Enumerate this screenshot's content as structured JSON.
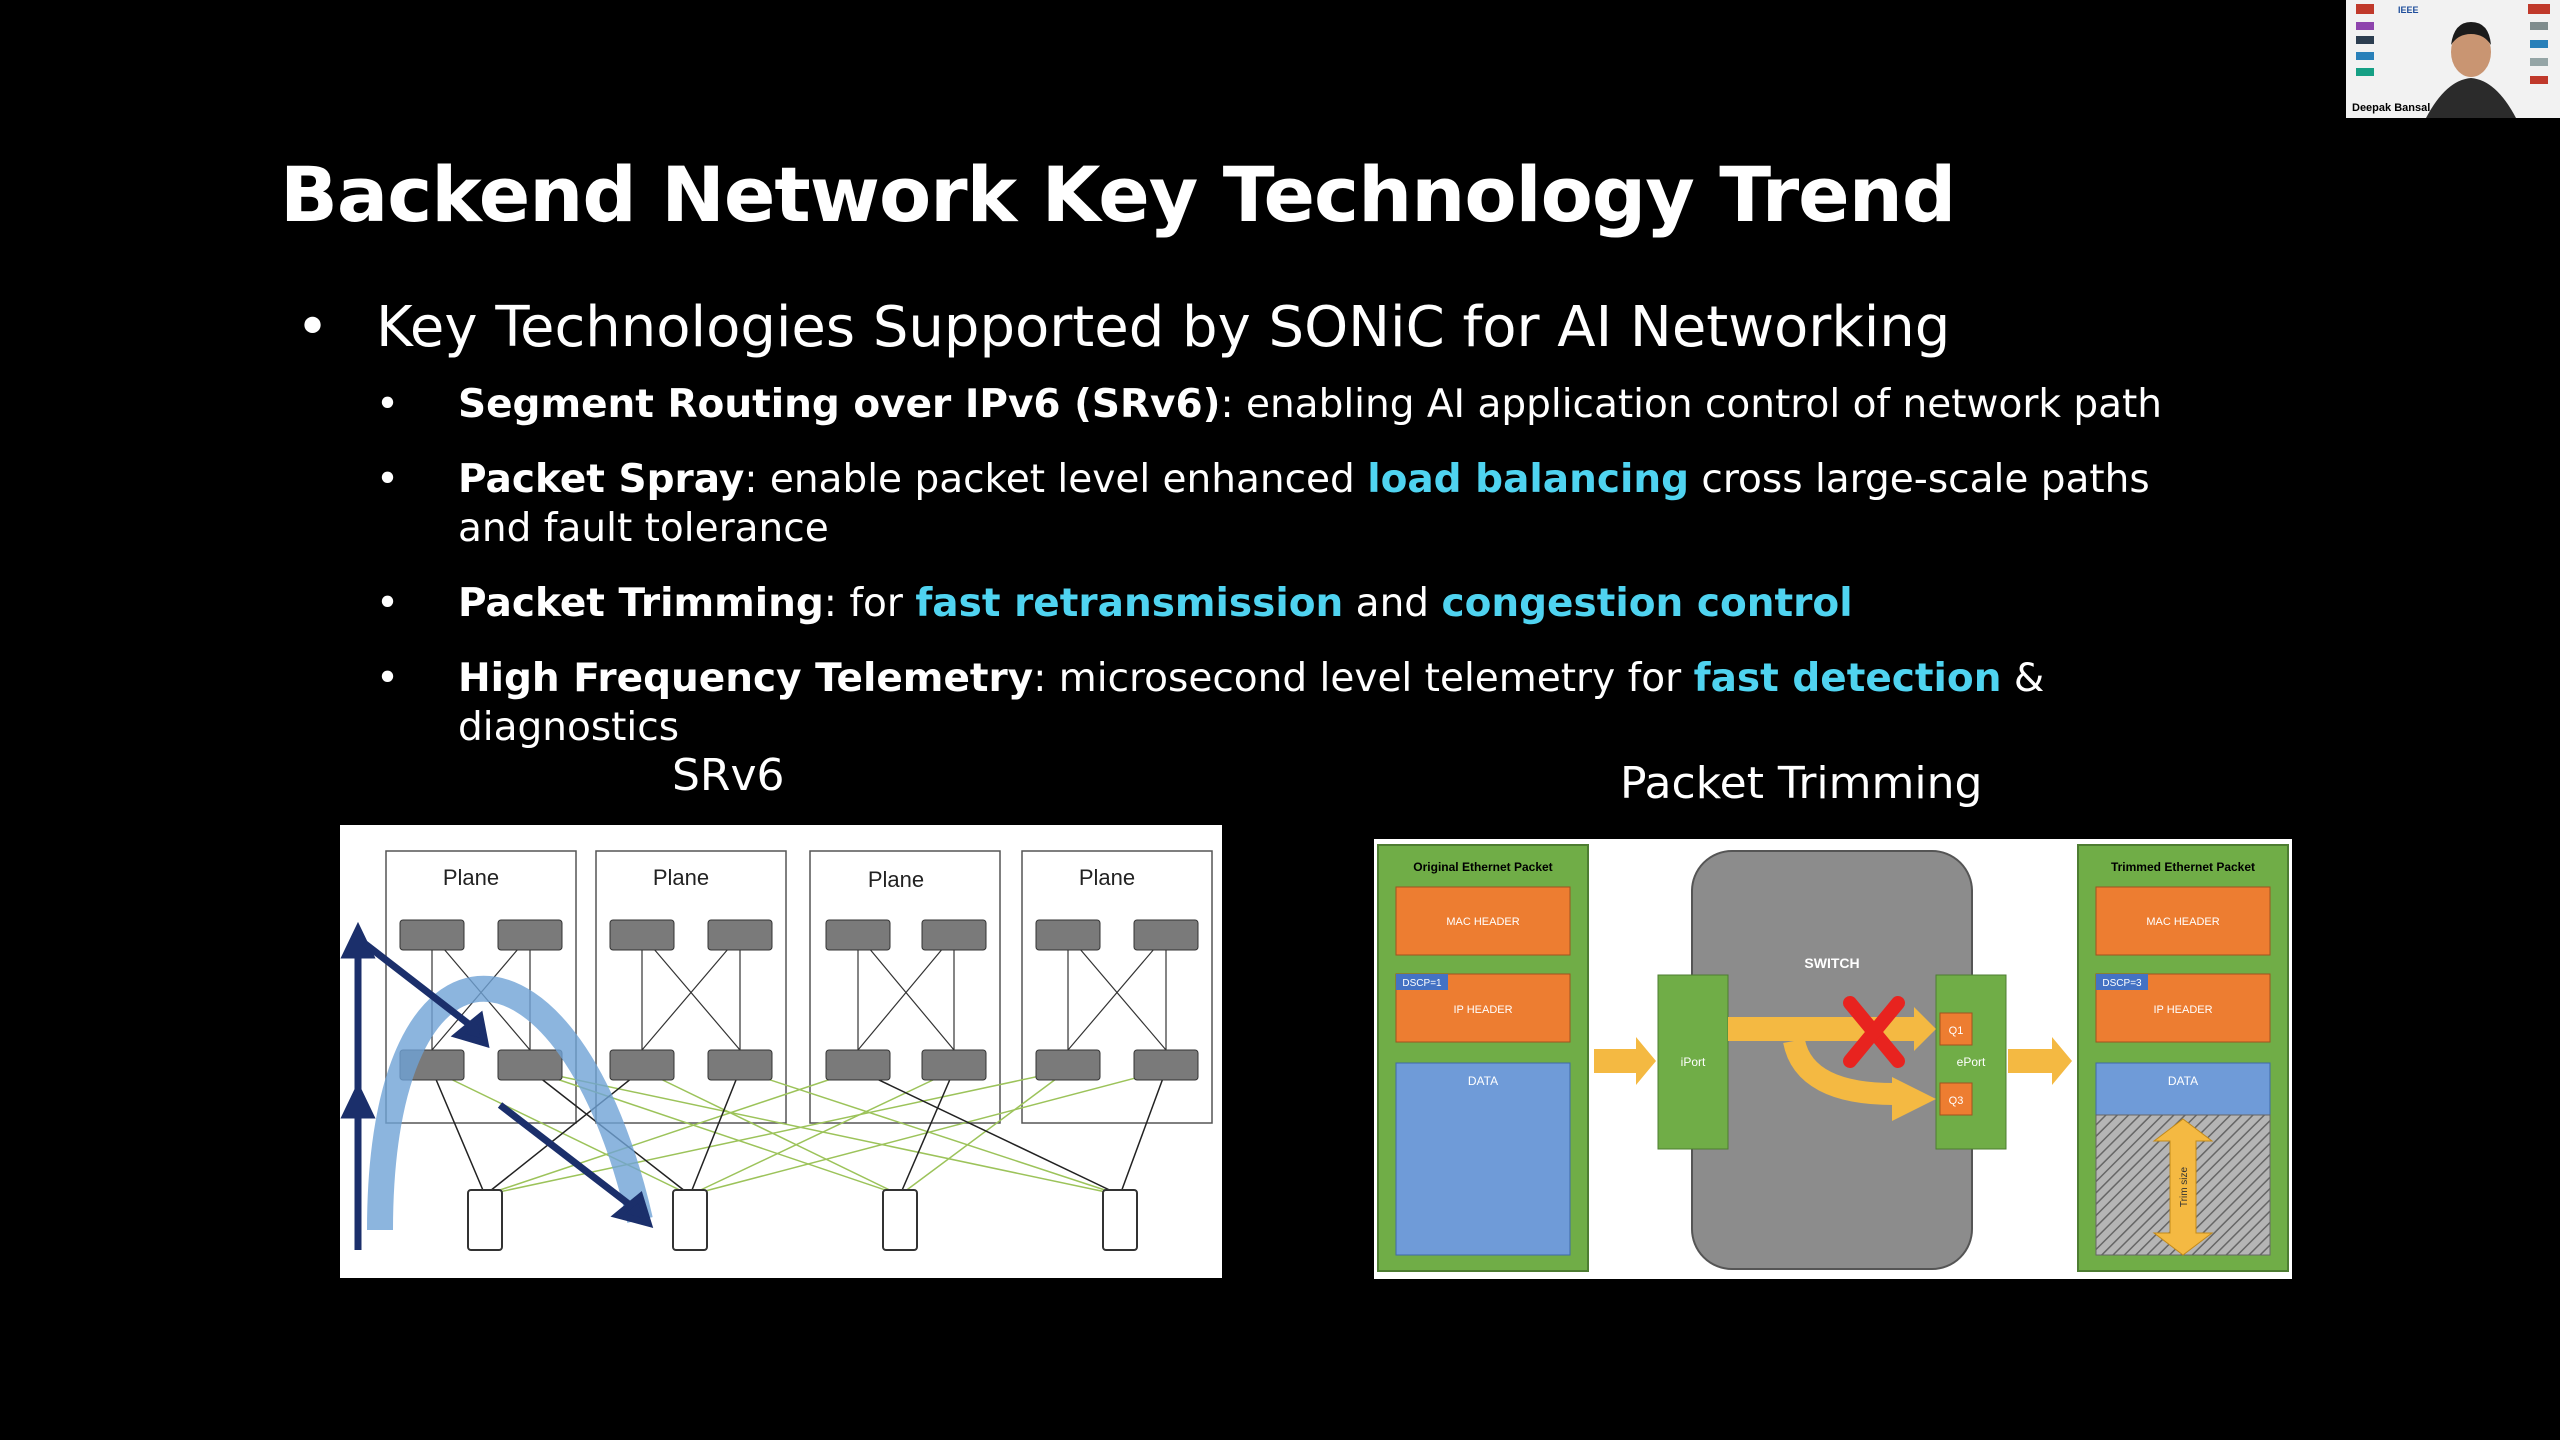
{
  "slide": {
    "title": "Backend Network Key Technology Trend",
    "main_bullet_symbol": "•",
    "main_bullet": "Key Technologies Supported by SONiC for AI Networking",
    "items": [
      {
        "bullet": "•",
        "bold": "Segment Routing over IPv6 (SRv6)",
        "text": ": enabling AI application control of network path"
      },
      {
        "bullet": "•",
        "bold": "Packet Spray",
        "pre": ": enable packet level enhanced ",
        "hl1": "load balancing",
        "post": " cross large-scale paths and fault tolerance"
      },
      {
        "bullet": "•",
        "bold": "Packet Trimming",
        "pre": ": for ",
        "hl1": "fast retransmission",
        "mid": " and ",
        "hl2": "congestion control"
      },
      {
        "bullet": "•",
        "bold": "High Frequency Telemetry",
        "pre": ": microsecond  level telemetry for ",
        "hl1": "fast detection",
        "post": " & diagnostics"
      }
    ]
  },
  "srv6_figure": {
    "caption": "SRv6",
    "plane_labels": [
      "Plane",
      "Plane",
      "Plane",
      "Plane"
    ]
  },
  "trim_figure": {
    "caption": "Packet Trimming",
    "original_title": "Original Ethernet Packet",
    "trimmed_title": "Trimmed Ethernet Packet",
    "mac_header": "MAC HEADER",
    "ip_header": "IP HEADER",
    "dscp_original": "DSCP=1",
    "dscp_trimmed": "DSCP=3",
    "data": "DATA",
    "switch": "SWITCH",
    "iport": "iPort",
    "eport": "ePort",
    "q1": "Q1",
    "q3": "Q3",
    "trim_size": "Trim size"
  },
  "video": {
    "speaker_name": "Deepak Bansal",
    "sponsor_text": "IEEE"
  },
  "colors": {
    "background": "#000000",
    "highlight": "#4fd3f0",
    "green": "#70ad47",
    "orange": "#ed7d31",
    "blue": "#6f9bd8",
    "gray": "#8c8c8c",
    "yellow": "#f4b942",
    "red": "#e8231f"
  }
}
